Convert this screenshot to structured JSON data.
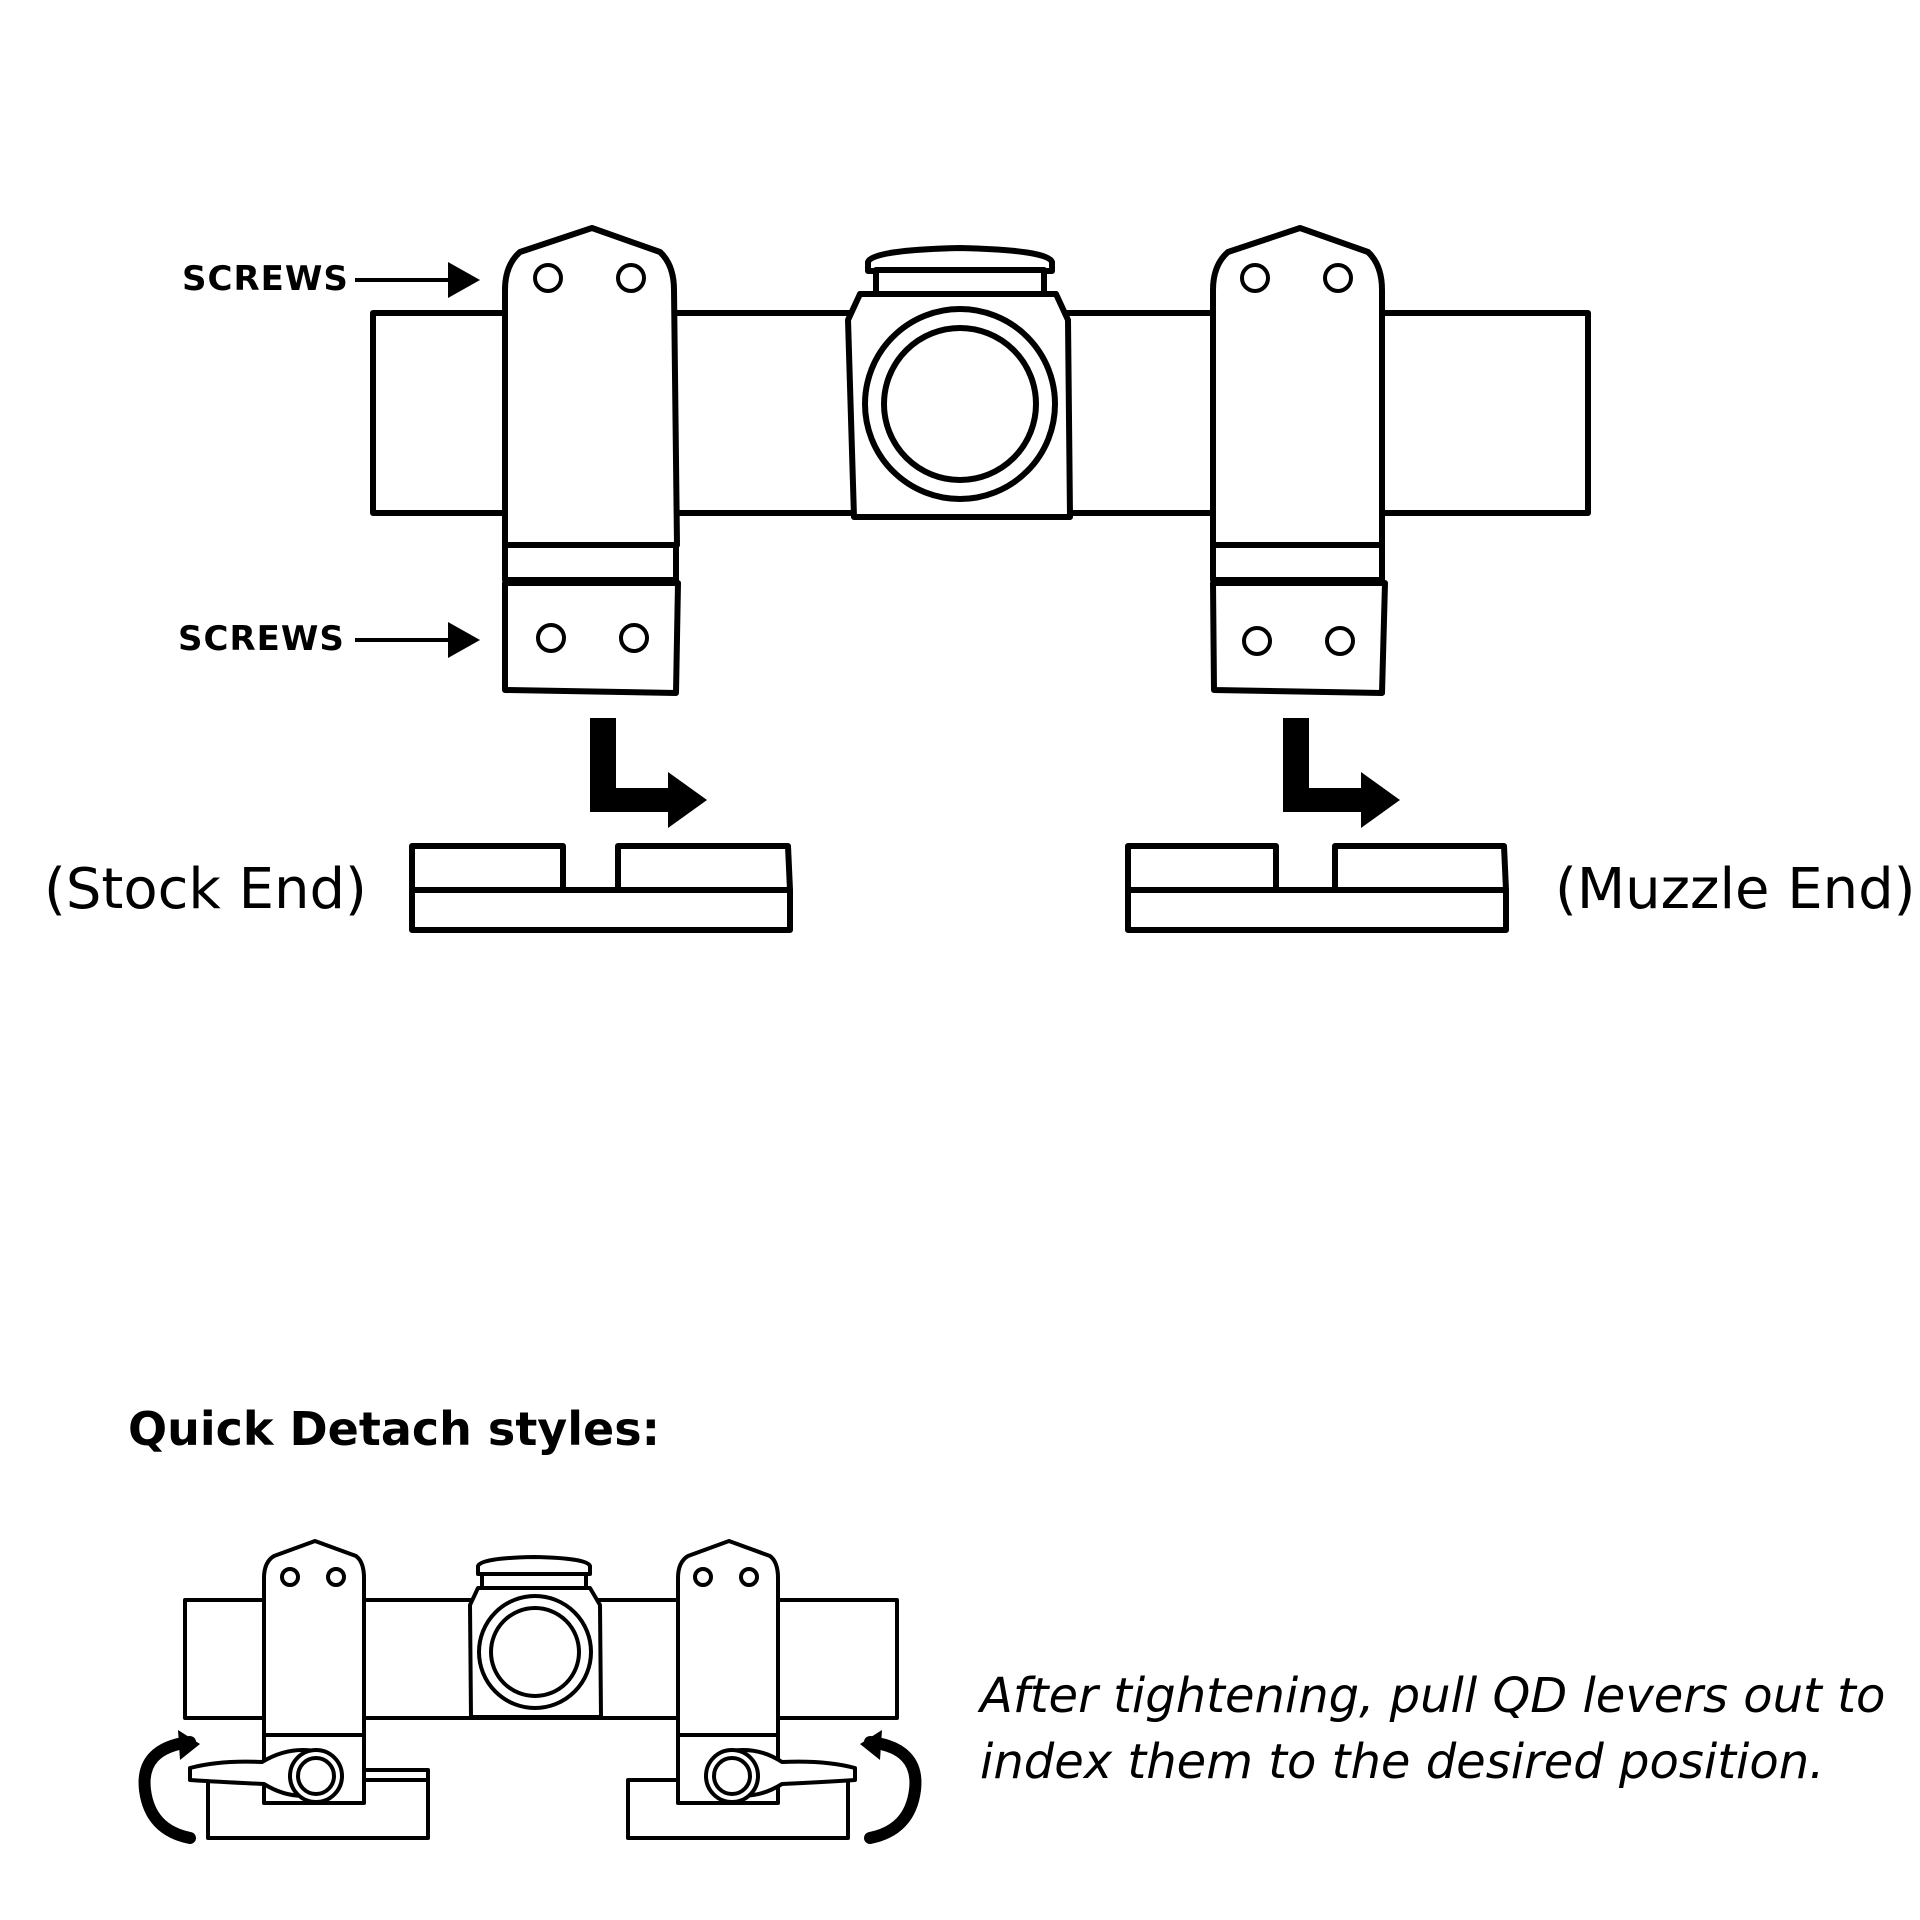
{
  "labels": {
    "screws_top": "SCREWS",
    "screws_bottom": "SCREWS",
    "stock_end": "(Stock End)",
    "muzzle_end": "(Muzzle End)",
    "section_heading": "Quick Detach styles:",
    "instruction_line1": "After tightening, pull QD levers out to",
    "instruction_line2": "index them to the desired position."
  },
  "colors": {
    "line": "#000000",
    "background": "#ffffff"
  },
  "icons": {
    "arrow": "right-arrow-icon",
    "direction": "down-right-elbow-arrow-icon",
    "rotate": "rotate-arrow-icon"
  }
}
